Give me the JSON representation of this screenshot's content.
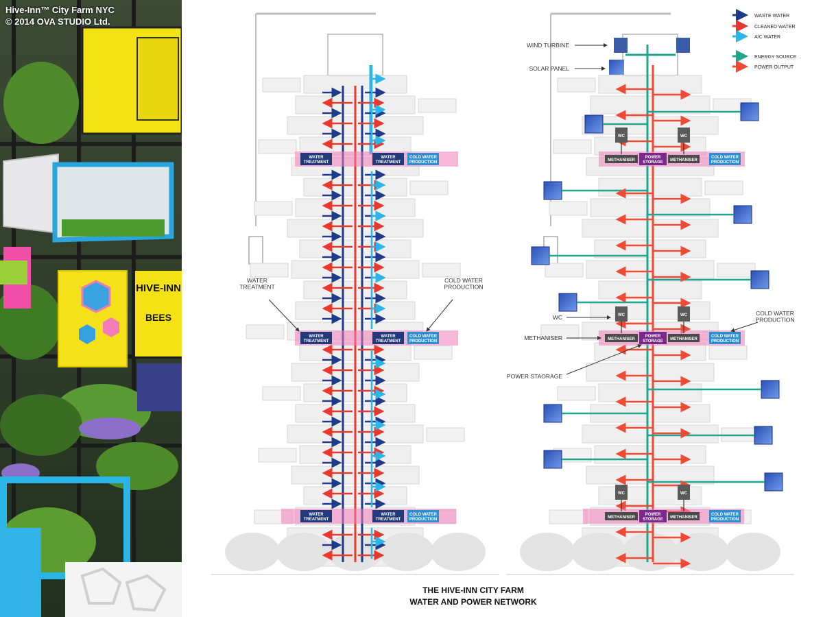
{
  "photo_credit": {
    "line1": "Hive-Inn™ City Farm NYC",
    "line2": "© 2014 OVA STUDIO Ltd."
  },
  "photo_signs": {
    "hive_inn": "HIVE-INN",
    "bees": "BEES"
  },
  "colors": {
    "waste_water": "#1f3a8a",
    "cleaned_water": "#e8392f",
    "ac_water": "#29b6e8",
    "energy_source": "#1fa58e",
    "power_output": "#ef4a36",
    "treatment_box": "#223a7a",
    "cold_box": "#2c8fd1",
    "power_box": "#7a2a8a",
    "methaniser_box": "#4a4a4a",
    "band": "#f07bb8"
  },
  "legend": {
    "waste_water": "WASTE WATER",
    "cleaned_water": "CLEANED WATER",
    "ac_water": "A/C WATER",
    "energy_source": "ENERGY SOURCE",
    "power_output": "POWER OUTPUT"
  },
  "boxes": {
    "water_treatment": "WATER TREATMENT",
    "cold_water_production": "COLD WATER PRODUCTION",
    "methaniser": "METHANISER",
    "power_storage": "POWER STORAGE",
    "wc": "WC"
  },
  "callouts": {
    "water_treatment": "WATER TREATMENT",
    "cold_water_production_left": "COLD WATER PRODUCTION",
    "wind_turbine": "WIND TURBINE",
    "solar_panel": "SOLAR PANEL",
    "wc": "WC",
    "methaniser": "METHANISER",
    "power_storage": "POWER STAORAGE",
    "cold_water_production_right": "COLD WATER PRODUCTION"
  },
  "caption": {
    "line1": "THE HIVE-INN CITY FARM",
    "line2": "WATER AND POWER NETWORK"
  }
}
